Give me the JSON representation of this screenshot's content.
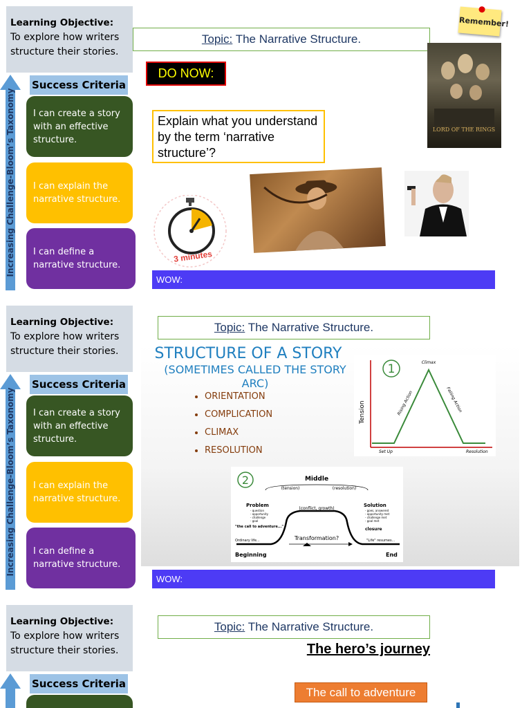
{
  "learning_objective": {
    "title": "Learning Objective:",
    "text": "To explore how writers structure their stories."
  },
  "success_criteria": {
    "heading": "Success Criteria",
    "items": [
      "I can create a story with an effective structure.",
      "I can explain the narrative structure.",
      "I can define a narrative structure."
    ]
  },
  "taxonomy_label": "Increasing Challenge-Bloom’s Taxonomy",
  "topic": {
    "prefix": "Topic:",
    "text": " The Narrative Structure."
  },
  "slide1": {
    "do_now": "DO NOW:",
    "question": "Explain what you understand by the term ‘narrative structure’?",
    "remember": "Remember!",
    "timer": "3 minutes",
    "wow": "WOW:",
    "poster_text": "LORD OF THE RINGS"
  },
  "slide2": {
    "title": "STRUCTURE OF A STORY",
    "subtitle": "(SOMETIMES CALLED THE STORY ARC)",
    "bullets": [
      "ORIENTATION",
      "COMPLICATION",
      "CLIMAX",
      "RESOLUTION"
    ],
    "graph1": {
      "number": "1",
      "ylabel": "Tension",
      "climax": "Climax",
      "rising": "Rising Action",
      "falling": "Falling Action",
      "setup": "Set Up",
      "resolution": "Resolution"
    },
    "graph2": {
      "number": "2",
      "middle": "Middle",
      "tension": "(tension)",
      "resolution": "(resolution)",
      "problem": "Problem",
      "problem_items": [
        "- question",
        "- opportunity",
        "- challenge",
        "- goal"
      ],
      "conflict": "(conflict, growth)",
      "solution": "Solution",
      "solution_items": [
        "- goes, answered",
        "- opportunity met",
        "- challenge met",
        "- goal met"
      ],
      "call": "\"the call to adventure...\"",
      "closure": "closure",
      "ordinary": "Ordinary life...",
      "transformation": "Transformation?",
      "life_resumes": "\"Life\" resumes...",
      "beginning": "Beginning",
      "end": "End"
    },
    "wow": "WOW:"
  },
  "slide3": {
    "heros_journey": "The hero’s journey",
    "call": "The call to adventure"
  },
  "colors": {
    "green": "#375623",
    "yellow": "#ffc000",
    "purple": "#7030a0",
    "wow": "#4d3bf5",
    "arrow": "#5b9bd5"
  }
}
